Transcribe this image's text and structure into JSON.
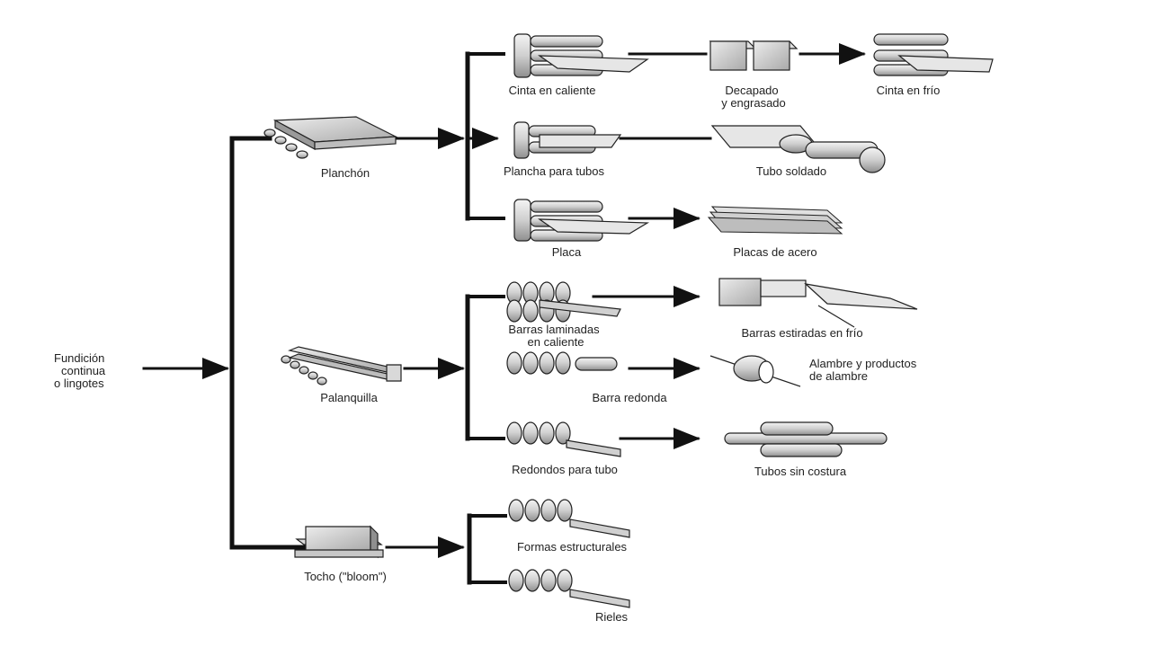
{
  "labels": {
    "source_line1": "Fundición",
    "source_line2": "continua",
    "source_line3": "o lingotes",
    "planchon": "Planchón",
    "palanquilla": "Palanquilla",
    "tocho": "Tocho (\"bloom\")",
    "cinta_caliente": "Cinta en caliente",
    "decapado_line1": "Decapado",
    "decapado_line2": "y engrasado",
    "cinta_frio": "Cinta en frío",
    "plancha_tubos": "Plancha para tubos",
    "tubo_soldado": "Tubo soldado",
    "placa": "Placa",
    "placas_acero": "Placas de acero",
    "barras_laminadas_line1": "Barras laminadas",
    "barras_laminadas_line2": "en caliente",
    "barras_estiradas": "Barras estiradas en frío",
    "barra_redonda": "Barra redonda",
    "alambre_line1": "Alambre y productos",
    "alambre_line2": "de alambre",
    "redondos_tubo": "Redondos para tubo",
    "tubos_sin_costura": "Tubos sin costura",
    "formas_estructurales": "Formas estructurales",
    "rieles": "Rieles"
  }
}
